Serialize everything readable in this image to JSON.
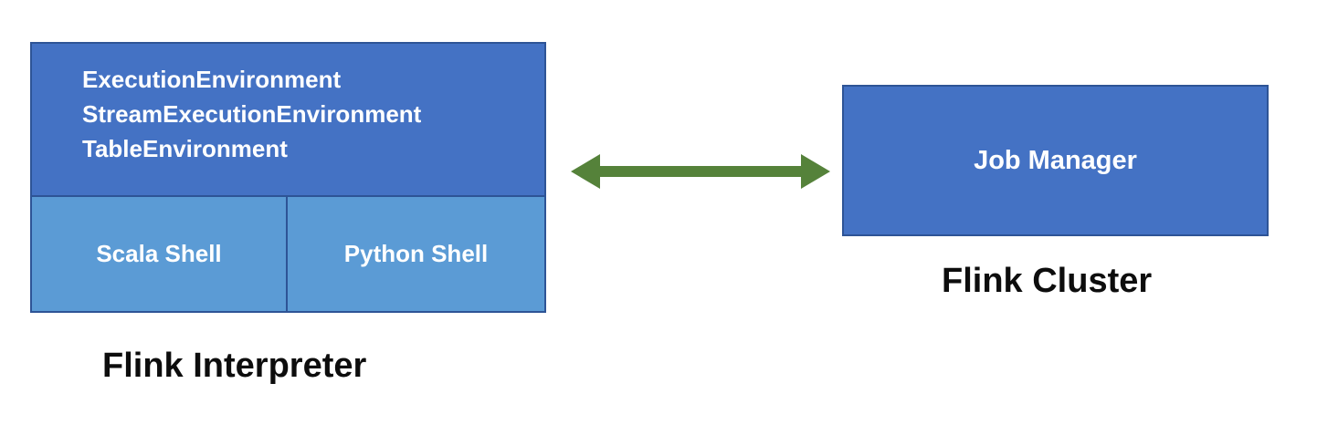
{
  "interpreter": {
    "environments": [
      "ExecutionEnvironment",
      "StreamExecutionEnvironment",
      "TableEnvironment"
    ],
    "shells": [
      "Scala Shell",
      "Python Shell"
    ],
    "label": "Flink Interpreter"
  },
  "cluster": {
    "box_label": "Job Manager",
    "label": "Flink Cluster"
  },
  "colors": {
    "env_fill": "#4472C4",
    "shell_fill": "#5B9BD5",
    "box_border": "#2E5496",
    "arrow_green": "#55823A",
    "box_text": "#FFFFFF",
    "label_text": "#0D0D0D"
  }
}
